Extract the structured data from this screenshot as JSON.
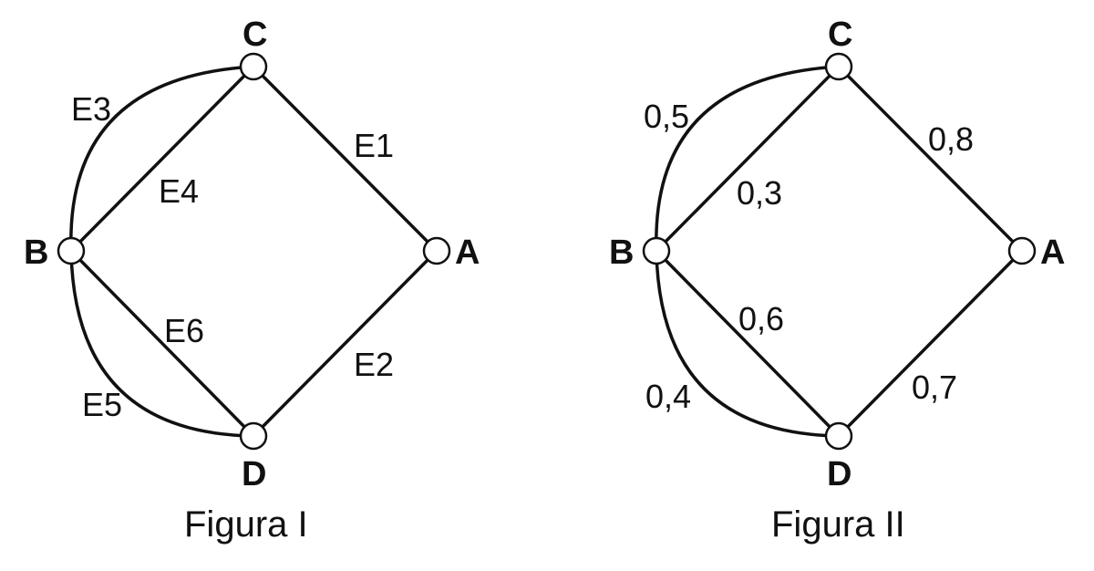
{
  "figure1": {
    "caption": "Figura I",
    "nodes": {
      "A": "A",
      "B": "B",
      "C": "C",
      "D": "D"
    },
    "edges": {
      "E1": "E1",
      "E2": "E2",
      "E3": "E3",
      "E4": "E4",
      "E5": "E5",
      "E6": "E6"
    }
  },
  "figure2": {
    "caption": "Figura II",
    "nodes": {
      "A": "A",
      "B": "B",
      "C": "C",
      "D": "D"
    },
    "edges": {
      "CA": "0,8",
      "DA": "0,7",
      "BC_arc": "0,5",
      "BC": "0,3",
      "BD_arc": "0,4",
      "BD": "0,6"
    }
  }
}
